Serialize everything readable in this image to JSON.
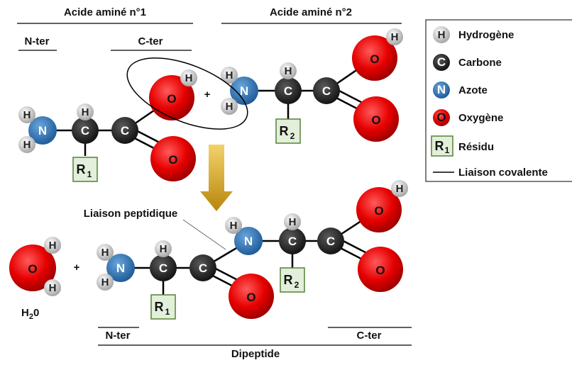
{
  "headers": {
    "acid1": "Acide aminé n°1",
    "acid2": "Acide aminé n°2",
    "nter_top": "N-ter",
    "cter_top": "C-ter",
    "nter_bottom": "N-ter",
    "cter_bottom": "C-ter",
    "dipeptide": "Dipeptide"
  },
  "labels": {
    "peptide_bond": "Liaison peptidique",
    "plus": "+",
    "water": "H",
    "water_sub": "2",
    "water_end": "0"
  },
  "atoms": {
    "H": "H",
    "C": "C",
    "N": "N",
    "O": "O",
    "R": "R",
    "r1_index": "1",
    "r2_index": "2"
  },
  "legend": {
    "items": [
      {
        "symbol": "H",
        "label": "Hydrogène"
      },
      {
        "symbol": "C",
        "label": "Carbone"
      },
      {
        "symbol": "N",
        "label": "Azote"
      },
      {
        "symbol": "O",
        "label": "Oxygène"
      },
      {
        "symbol": "R",
        "label": "Résidu"
      },
      {
        "symbol": "",
        "label": "Liaison covalente"
      }
    ]
  },
  "colors": {
    "hydrogen": "#d9d9d9",
    "carbon": "#262626",
    "nitrogen": "#2e75b6",
    "oxygen": "#e60000",
    "residue_fill": "#e2efda",
    "residue_stroke": "#548235",
    "arrow": "#c9a227"
  }
}
